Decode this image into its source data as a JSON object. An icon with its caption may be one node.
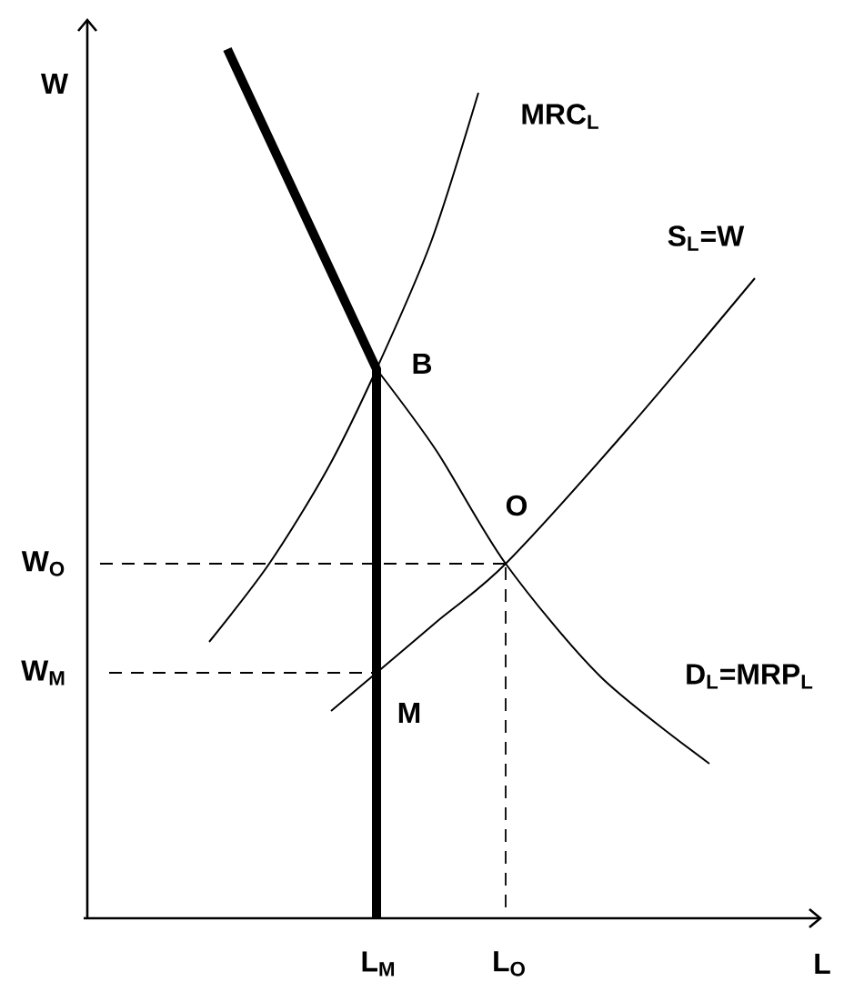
{
  "diagram": {
    "labels": [
      "W",
      "MRC$_{L}$",
      "S$_{L}$=W",
      "B",
      "O",
      "W$_{O}$",
      "W$_{M}$",
      "D$_{L}$=MRP$_{L}$",
      "M",
      "L$_{M}$",
      "L$_{O}$",
      "L"
    ]
  }
}
